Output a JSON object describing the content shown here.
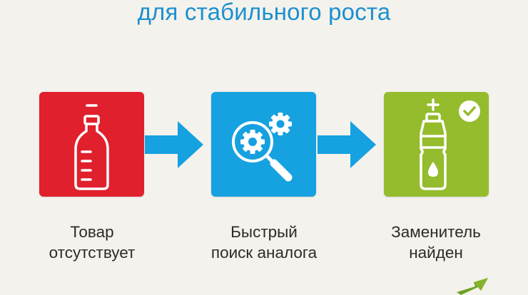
{
  "title": "для стабильного роста",
  "colors": {
    "title": "#1a8fd0",
    "step_1": "#e0202d",
    "step_2": "#16a1e0",
    "step_3": "#94bc2d",
    "arrow": "#16a1e0",
    "label": "#2b2b2b"
  },
  "steps": [
    {
      "icon": "bottle-minus-icon",
      "label_line_1": "Товар",
      "label_line_2": "отсутствует"
    },
    {
      "icon": "magnifier-gears-icon",
      "label_line_1": "Быстрый",
      "label_line_2": "поиск аналога"
    },
    {
      "icon": "bottle-plus-check-icon",
      "label_line_1": "Заменитель",
      "label_line_2": "найден"
    }
  ]
}
